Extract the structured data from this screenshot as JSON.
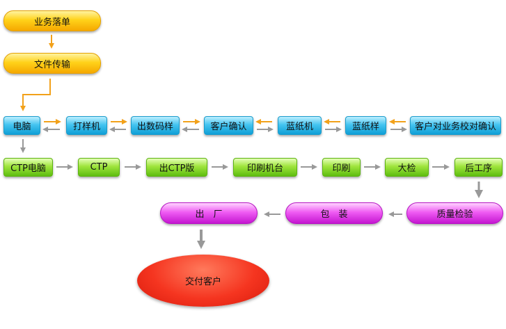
{
  "colors": {
    "orange_arrow": "#f2a11a",
    "gray_arrow": "#999999",
    "yellow_node": "#ffd21a",
    "blue_node": "#2fb8ea",
    "green_node": "#8bd82b",
    "magenta_node": "#e844ee",
    "red_node": "#f03a22"
  },
  "nodes": {
    "business_order": "业务落单",
    "file_transfer": "文件传输",
    "computer": "电脑",
    "proof_printer": "打样机",
    "digital_proof": "出数码样",
    "customer_confirm": "客户确认",
    "blueprint_machine": "蓝纸机",
    "blueprint_sample": "蓝纸样",
    "customer_proofread": "客户对业务校对确认",
    "ctp_computer": "CTP电脑",
    "ctp": "CTP",
    "ctp_plate": "出CTP版",
    "press": "印刷机台",
    "printing": "印刷",
    "inspection": "大检",
    "post_press": "后工序",
    "quality_check": "质量检验",
    "packaging": "包　装",
    "leave_factory": "出　厂",
    "deliver": "交付客户"
  }
}
